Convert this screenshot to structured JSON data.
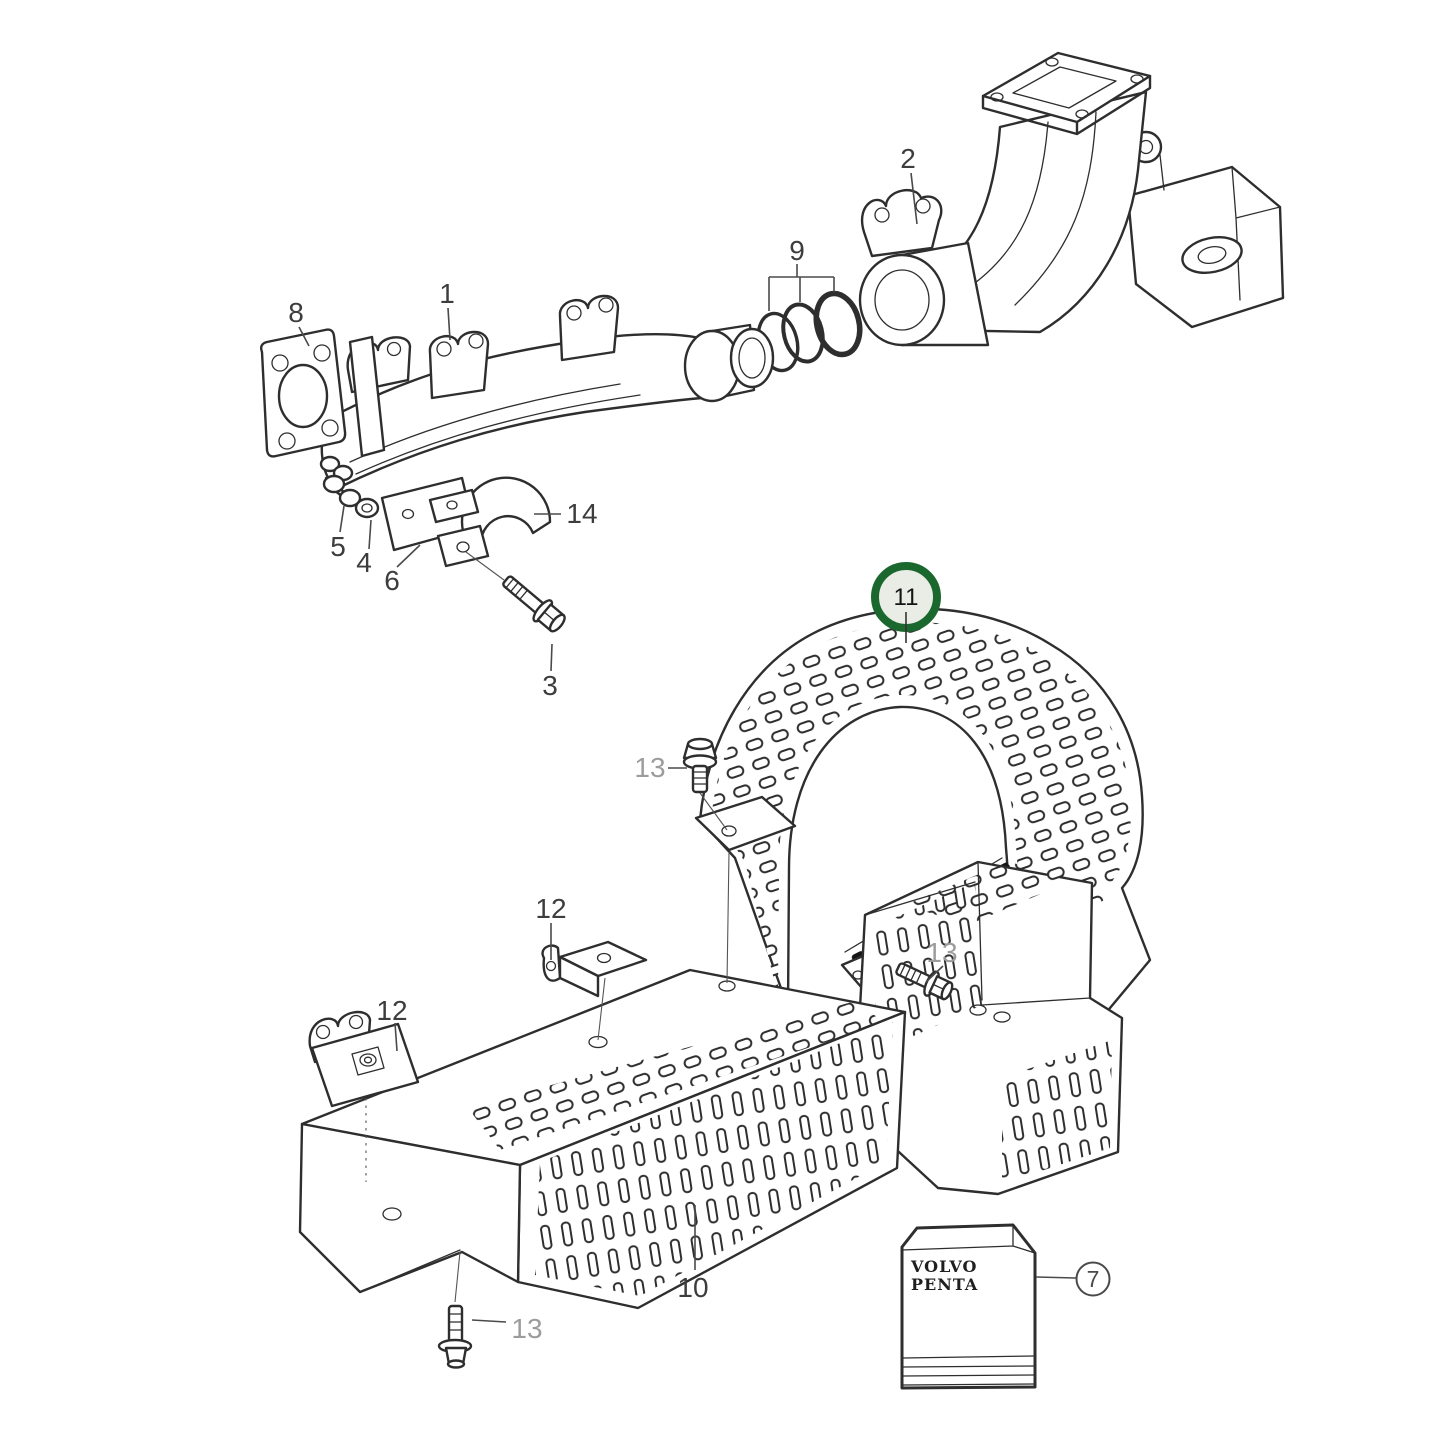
{
  "diagram": {
    "type": "exploded-parts-diagram",
    "background_color": "#ffffff",
    "line_color": "#2e2e2e",
    "label_color": "#3d3d3d",
    "muted_label_color": "#9c9c9c",
    "highlight": {
      "part": "11",
      "ring_color": "#1a682e",
      "fill_color": "#eaece6"
    },
    "callouts": {
      "p1": "1",
      "p2": "2",
      "p3": "3",
      "p4": "4",
      "p5": "5",
      "p6": "6",
      "p7": "7",
      "p8": "8",
      "p9": "9",
      "p10": "10",
      "p11": "11",
      "p12a": "12",
      "p12b": "12",
      "p13a": "13",
      "p13b": "13",
      "p13c": "13",
      "p14": "14"
    },
    "brand_box": {
      "line1": "VOLVO",
      "line2": "PENTA"
    }
  }
}
